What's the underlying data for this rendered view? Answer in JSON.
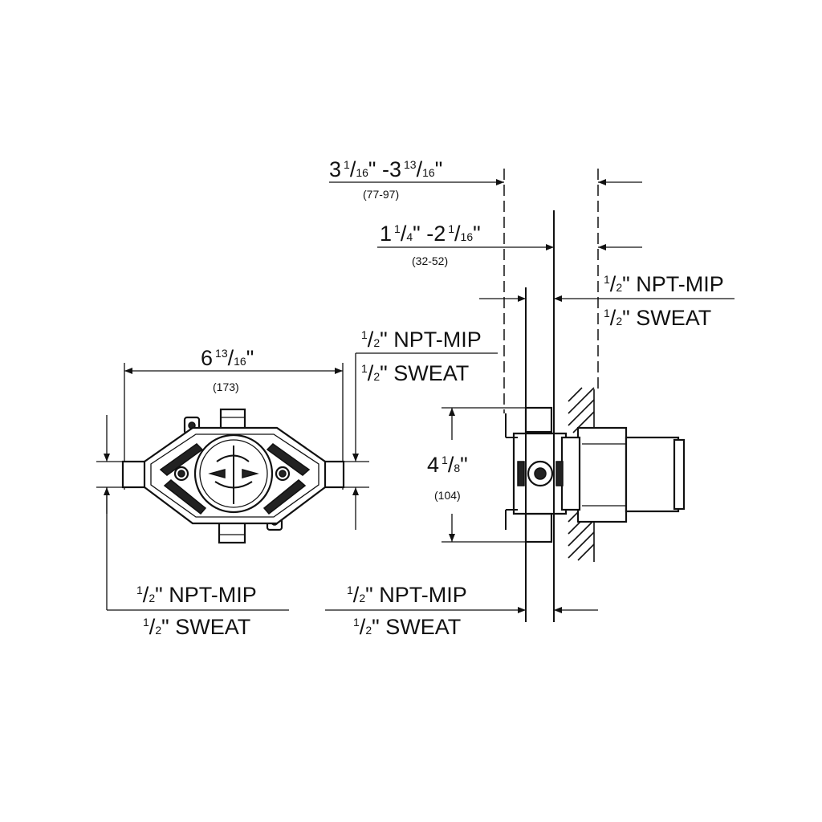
{
  "dimensions": {
    "width_front": {
      "whole": "6",
      "num": "13",
      "den": "16",
      "unit": "\"",
      "metric": "(173)"
    },
    "depth_range_outer": {
      "whole1": "3",
      "num1": "1",
      "den1": "16",
      "mid": "\" -3",
      "num2": "13",
      "den2": "16",
      "unit": "\"",
      "metric": "(77-97)"
    },
    "depth_range_inner": {
      "whole1": "1",
      "num1": "1",
      "den1": "4",
      "mid": "\" -2",
      "num2": "1",
      "den2": "16",
      "unit": "\"",
      "metric": "(32-52)"
    },
    "height_side": {
      "whole": "4",
      "num": "1",
      "den": "8",
      "unit": "\"",
      "metric": "(104)"
    }
  },
  "connections": {
    "top_right": {
      "num": "1",
      "den": "2",
      "line1": "\" NPT-MIP",
      "line2": "\" SWEAT"
    },
    "middle": {
      "num": "1",
      "den": "2",
      "line1": "\" NPT-MIP",
      "line2": "\" SWEAT"
    },
    "bottom_left": {
      "num": "1",
      "den": "2",
      "line1": "\" NPT-MIP",
      "line2": "\" SWEAT"
    },
    "bottom_center": {
      "num": "1",
      "den": "2",
      "line1": "\" NPT-MIP",
      "line2": "\" SWEAT"
    }
  },
  "colors": {
    "ink": "#111111",
    "background": "#ffffff"
  }
}
